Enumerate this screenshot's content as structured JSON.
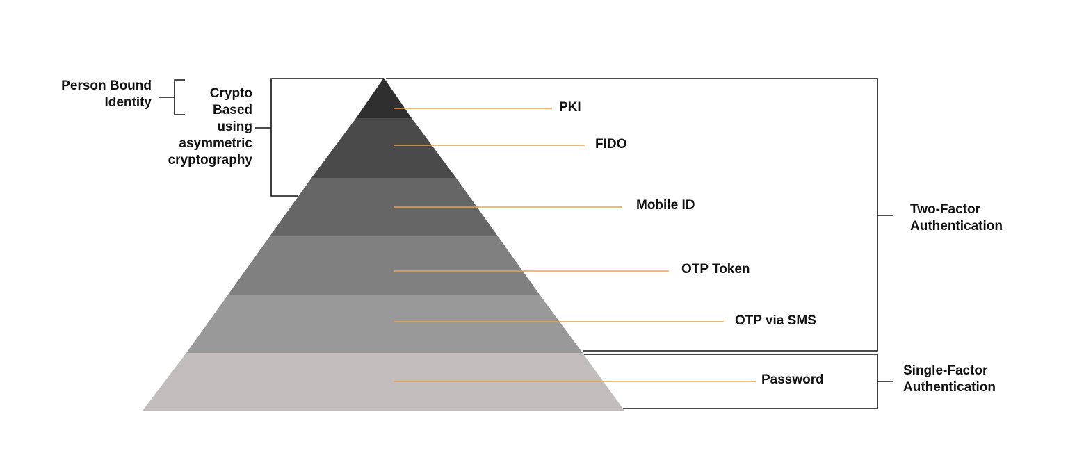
{
  "colors": {
    "background": "#ffffff",
    "leader_line": "#f0a040",
    "bracket": "#111111",
    "tiers": [
      "#2f2f2f",
      "#4a4a4a",
      "#666666",
      "#808080",
      "#999999",
      "#c0bdbc"
    ]
  },
  "layers": [
    {
      "label": "PKI"
    },
    {
      "label": "FIDO"
    },
    {
      "label": "Mobile ID"
    },
    {
      "label": "OTP Token"
    },
    {
      "label": "OTP via SMS"
    },
    {
      "label": "Password"
    }
  ],
  "groups": {
    "person_bound": {
      "line1": "Person Bound",
      "line2": "Identity"
    },
    "crypto_based": {
      "line1": "Crypto",
      "line2": "Based",
      "line3": "using",
      "line4": "asymmetric",
      "line5": "cryptography"
    },
    "two_factor": {
      "line1": "Two-Factor",
      "line2": "Authentication"
    },
    "single_factor": {
      "line1": "Single-Factor",
      "line2": "Authentication"
    }
  }
}
